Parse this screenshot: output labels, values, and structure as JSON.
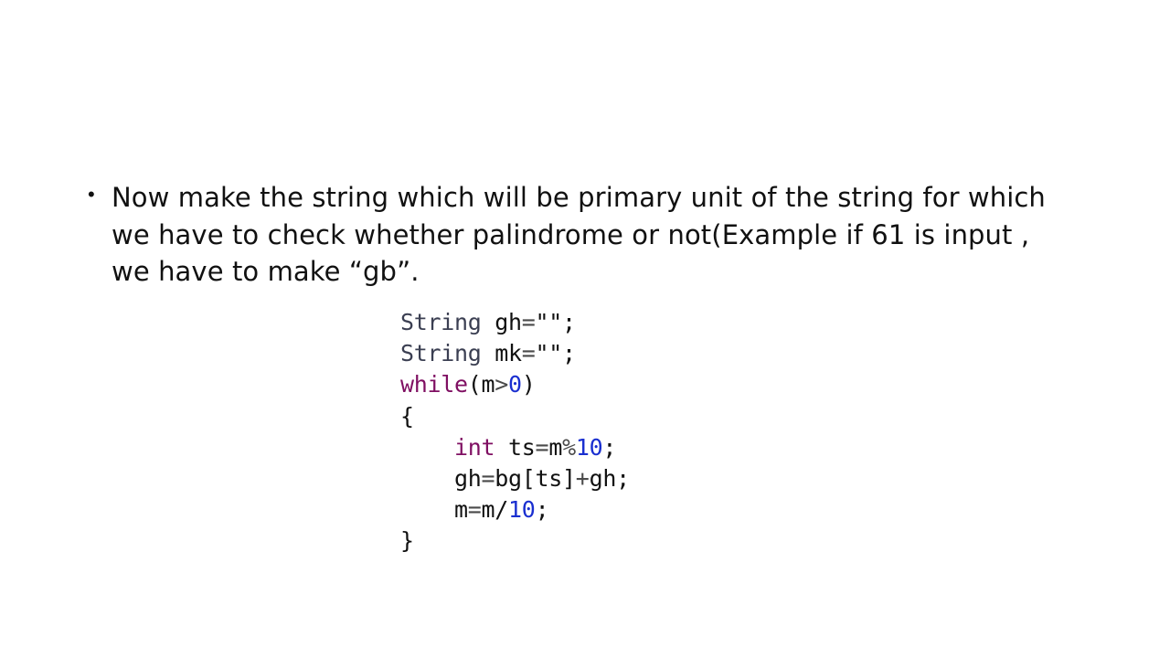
{
  "slide": {
    "bullet": {
      "marker": "•",
      "lines": [
        "Now make the string which will be primary unit of the string for which",
        "we have to check whether palindrome or not(Example if 61 is input ,",
        "we have to make “gb”."
      ]
    },
    "code": {
      "lines": [
        [
          {
            "t": "String",
            "c": "tok-type"
          },
          {
            "t": " gh",
            "c": "tok-id"
          },
          {
            "t": "=",
            "c": "tok-op"
          },
          {
            "t": "\"\";",
            "c": "tok-id"
          }
        ],
        [
          {
            "t": "String",
            "c": "tok-type"
          },
          {
            "t": " mk",
            "c": "tok-id"
          },
          {
            "t": "=",
            "c": "tok-op"
          },
          {
            "t": "\"\";",
            "c": "tok-id"
          }
        ],
        [
          {
            "t": "while",
            "c": "tok-kw"
          },
          {
            "t": "(m",
            "c": "tok-id"
          },
          {
            "t": ">",
            "c": "tok-op"
          },
          {
            "t": "0",
            "c": "tok-num"
          },
          {
            "t": ")",
            "c": "tok-id"
          }
        ],
        [
          {
            "t": "{",
            "c": "tok-id"
          }
        ],
        [
          {
            "t": "    ",
            "c": "tok-id"
          },
          {
            "t": "int",
            "c": "tok-kw"
          },
          {
            "t": " ts",
            "c": "tok-id"
          },
          {
            "t": "=",
            "c": "tok-op"
          },
          {
            "t": "m",
            "c": "tok-id"
          },
          {
            "t": "%",
            "c": "tok-op"
          },
          {
            "t": "10",
            "c": "tok-num"
          },
          {
            "t": ";",
            "c": "tok-id"
          }
        ],
        [
          {
            "t": "    gh",
            "c": "tok-id"
          },
          {
            "t": "=",
            "c": "tok-op"
          },
          {
            "t": "bg[ts]",
            "c": "tok-id"
          },
          {
            "t": "+",
            "c": "tok-op"
          },
          {
            "t": "gh;",
            "c": "tok-id"
          }
        ],
        [
          {
            "t": "    m",
            "c": "tok-id"
          },
          {
            "t": "=",
            "c": "tok-op"
          },
          {
            "t": "m/",
            "c": "tok-id"
          },
          {
            "t": "10",
            "c": "tok-num"
          },
          {
            "t": ";",
            "c": "tok-id"
          }
        ],
        [
          {
            "t": "}",
            "c": "tok-id"
          }
        ]
      ]
    },
    "colors": {
      "background": "#ffffff",
      "text": "#111111",
      "keyword": "#7f0f62",
      "type": "#3b3f52",
      "number": "#1a2fd0"
    }
  }
}
